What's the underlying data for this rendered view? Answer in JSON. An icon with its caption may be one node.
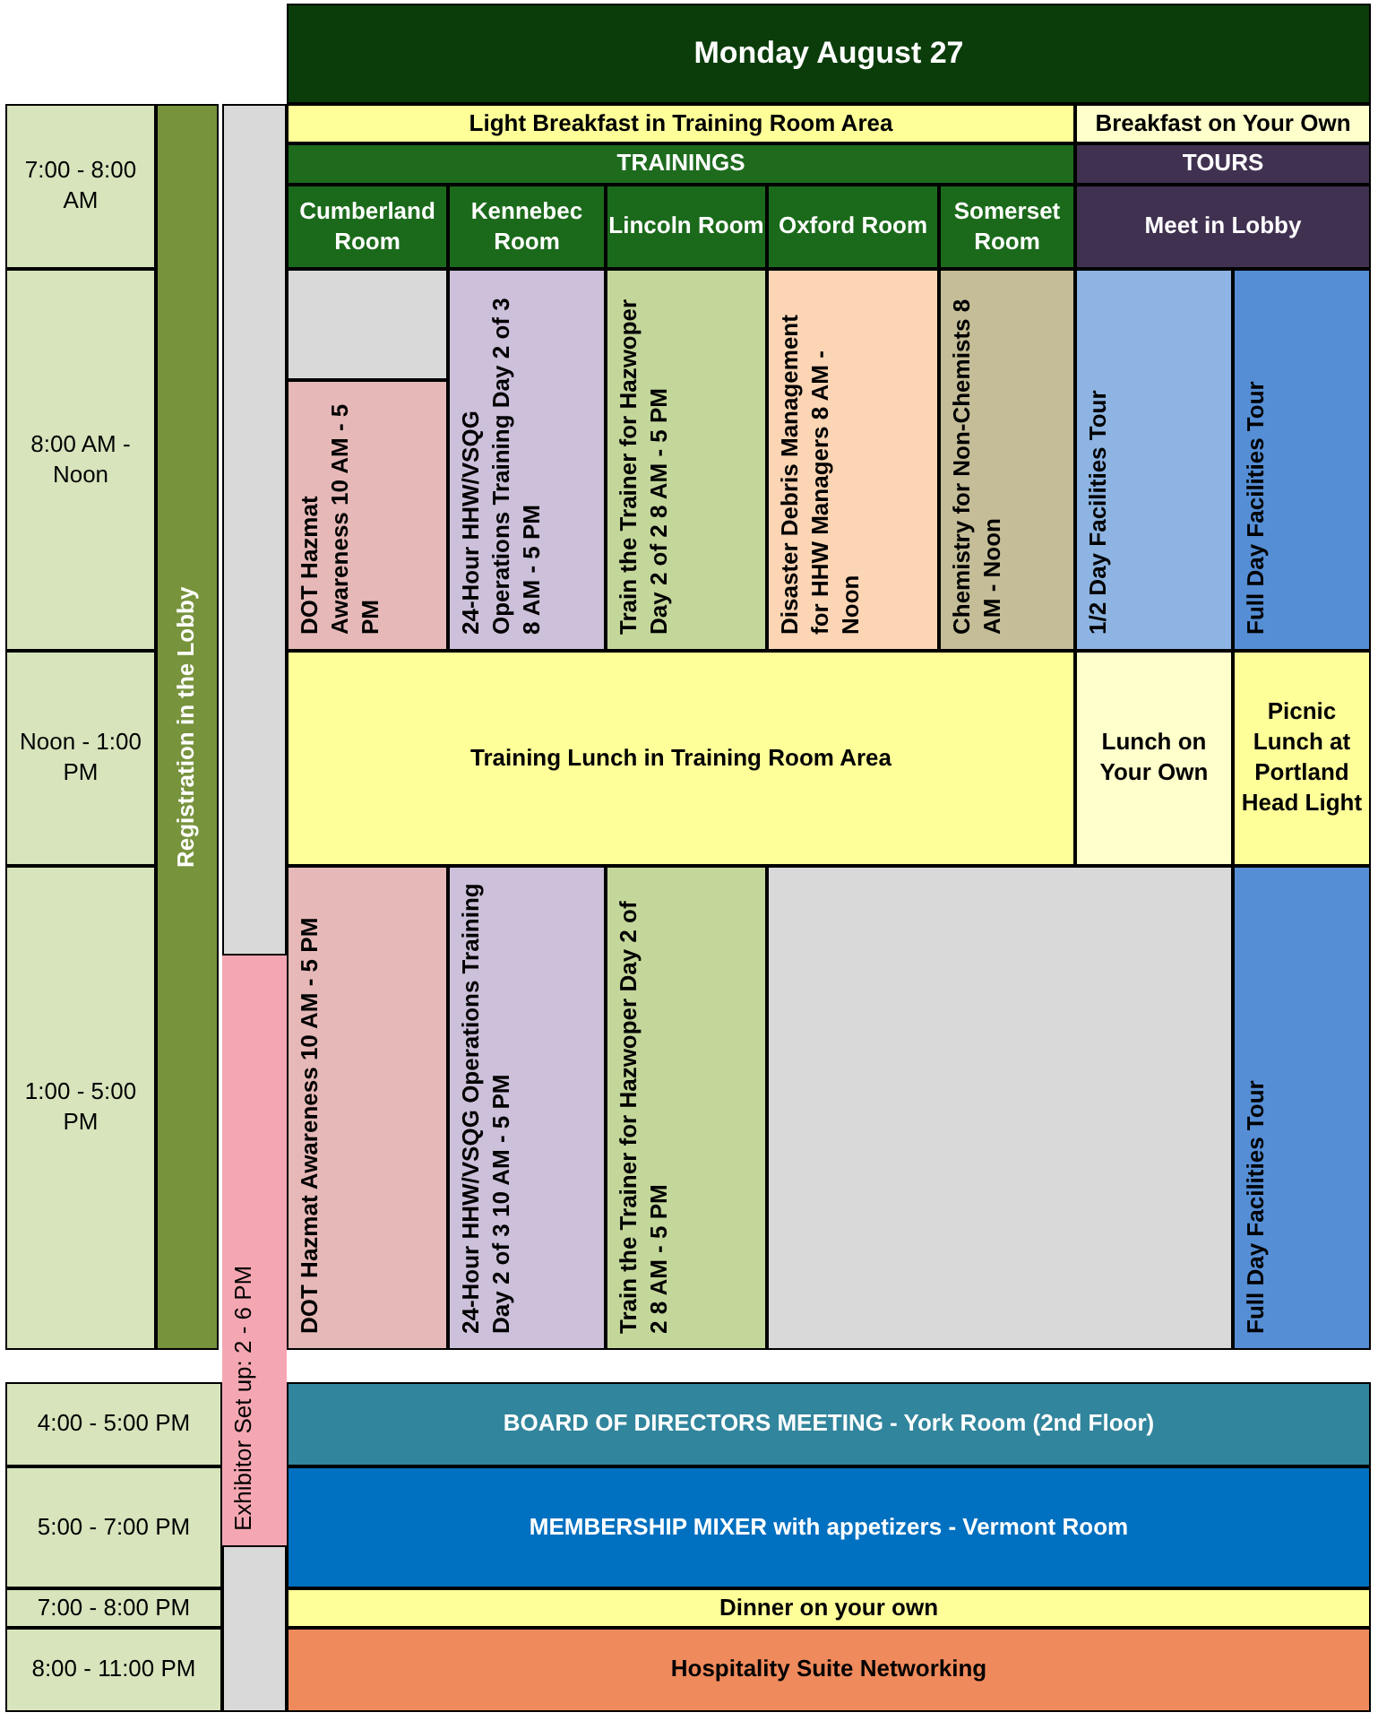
{
  "diagram": {
    "title": "Monday August 27",
    "labels": [
      "Light Breakfast in Training Room Area",
      "Breakfast on Your Own",
      "7:00 - 8:00 AM",
      "Registration in the Lobby",
      "TRAININGS",
      "TOURS",
      "Cumberland Room",
      "Kennebec Room",
      "Lincoln Room",
      "Oxford Room",
      "Somerset Room",
      "Meet in Lobby",
      "8:00 AM - Noon",
      "DOT Hazmat Awareness 10 AM - 5 PM",
      "24-Hour HHW/VSQG Operations Training Day 2 of 3 8 AM - 5 PM",
      "Train the Trainer for Hazwoper Day 2 of 2 8 AM - 5 PM",
      "Disaster Debris Management for HHW Managers 8 AM - Noon",
      "Chemistry for Non-Chemists 8 AM - Noon",
      "1/2 Day Facilities Tour",
      "Full Day Facilities Tour",
      "Noon - 1:00 PM",
      "Training Lunch in Training Room Area",
      "Lunch on Your Own",
      "Picnic Lunch at Portland Head Light",
      "1:00 - 5:00 PM",
      "Exhibitor Set up: 2 - 6 PM",
      "DOT Hazmat Awareness 10 AM - 5 PM",
      "24-Hour HHW/VSQG Operations Training Day 2 of 3 10 AM - 5 PM",
      "Train the Trainer for Hazwoper Day 2 of 2 8 AM - 5 PM",
      "Full Day Facilities Tour",
      "4:00 - 5:00 PM",
      "BOARD OF DIRECTORS MEETING - York Room (2nd Floor)",
      "5:00 - 7:00 PM",
      "MEMBERSHIP MIXER with appetizers - Vermont Room",
      "7:00 - 8:00 PM",
      "Dinner on your own",
      "8:00 - 11:00 PM",
      "Hospitality Suite Networking"
    ]
  }
}
